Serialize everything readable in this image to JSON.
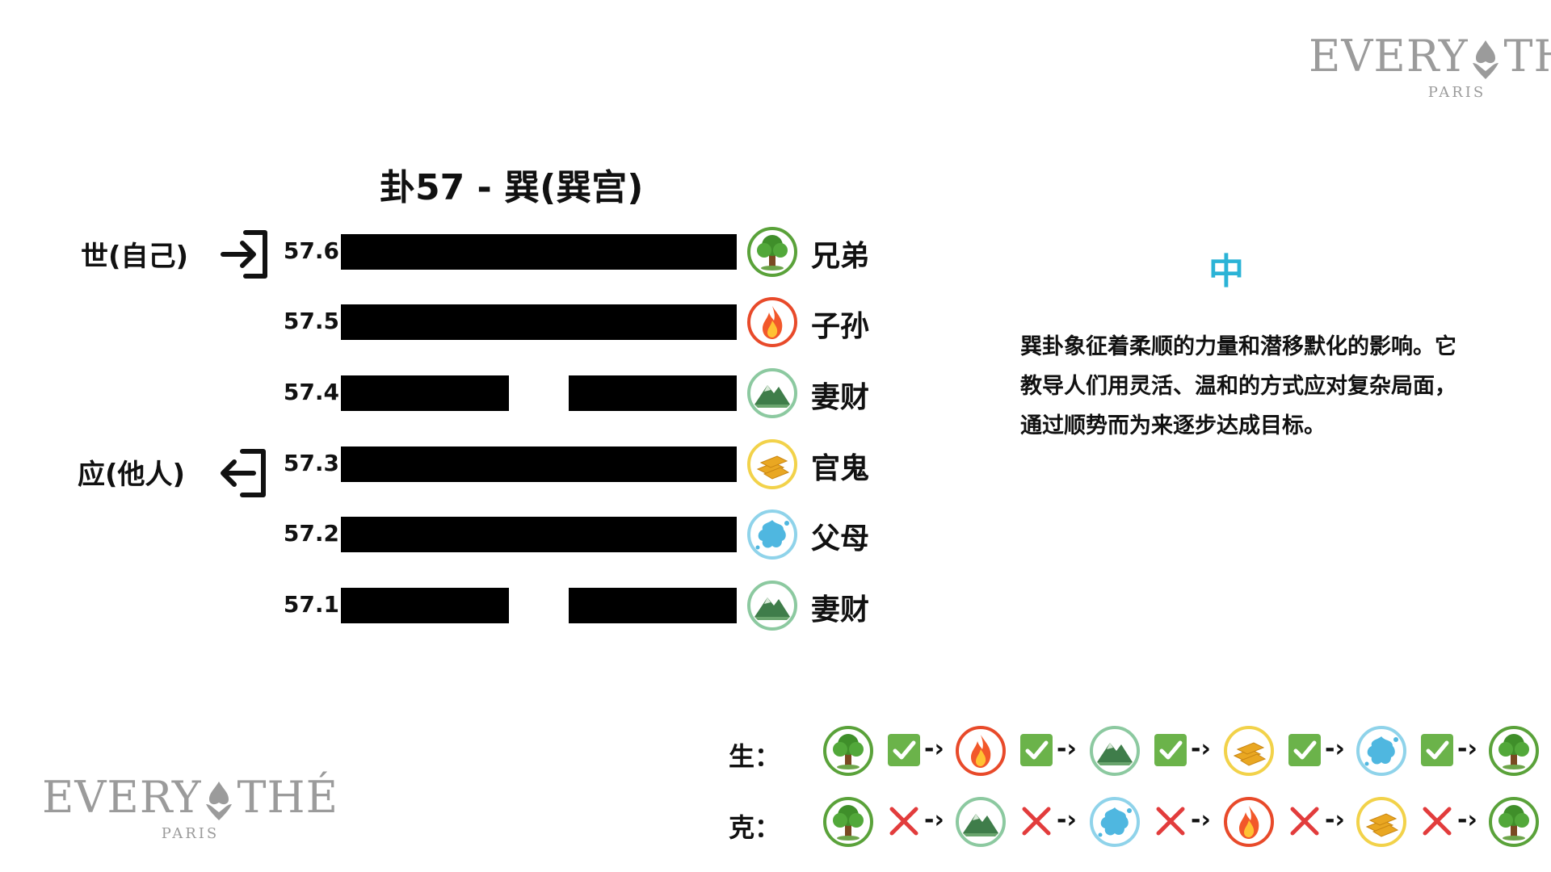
{
  "logo": {
    "word_left": "EVERY",
    "word_right": "THÉ",
    "city": "PARIS"
  },
  "title": "卦57 - 巽(巽宫)",
  "lines": [
    {
      "label": "57.6",
      "type": "yang",
      "element": "wood-icon",
      "relation": "兄弟"
    },
    {
      "label": "57.5",
      "type": "yang",
      "element": "fire-icon",
      "relation": "子孙"
    },
    {
      "label": "57.4",
      "type": "yin",
      "element": "earth-icon",
      "relation": "妻财"
    },
    {
      "label": "57.3",
      "type": "yang",
      "element": "metal-icon",
      "relation": "官鬼"
    },
    {
      "label": "57.2",
      "type": "yang",
      "element": "water-icon",
      "relation": "父母"
    },
    {
      "label": "57.1",
      "type": "yin",
      "element": "earth-icon",
      "relation": "妻财"
    }
  ],
  "shi_label": "世(自己)",
  "ying_label": "应(他人)",
  "fortune": "中",
  "description": "巽卦象征着柔顺的力量和潜移默化的影响。它教导人们用灵活、温和的方式应对复杂局面，通过顺势而为来逐步达成目标。",
  "generate": {
    "label": "生：",
    "sequence": [
      "wood-icon",
      "fire-icon",
      "earth-icon",
      "metal-icon",
      "water-icon",
      "wood-icon"
    ],
    "connector": "-›"
  },
  "overcome": {
    "label": "克：",
    "sequence": [
      "wood-icon",
      "earth-icon",
      "water-icon",
      "fire-icon",
      "metal-icon",
      "wood-icon"
    ],
    "connector": "-›"
  },
  "colors": {
    "wood": "#5aa23a",
    "fire": "#e84a2a",
    "earth": "#8cc9a0",
    "metal": "#f2d24a",
    "water": "#8fd3ea",
    "check": "#6bb34a",
    "cross": "#e23c3c",
    "fortune": "#2bb3d6"
  }
}
